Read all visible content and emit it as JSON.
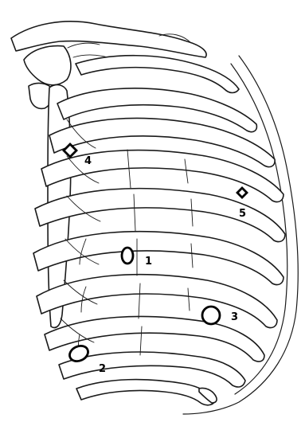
{
  "markers": [
    {
      "id": "1",
      "label": "1",
      "shape": "ellipse"
    },
    {
      "id": "2",
      "label": "2",
      "shape": "ellipse"
    },
    {
      "id": "3",
      "label": "3",
      "shape": "ellipse"
    },
    {
      "id": "4",
      "label": "4",
      "shape": "diamond"
    },
    {
      "id": "5",
      "label": "5",
      "shape": "diamond"
    }
  ],
  "colors": {
    "outline": "#1a1a1a",
    "marker": "#000000",
    "background": "#ffffff"
  }
}
